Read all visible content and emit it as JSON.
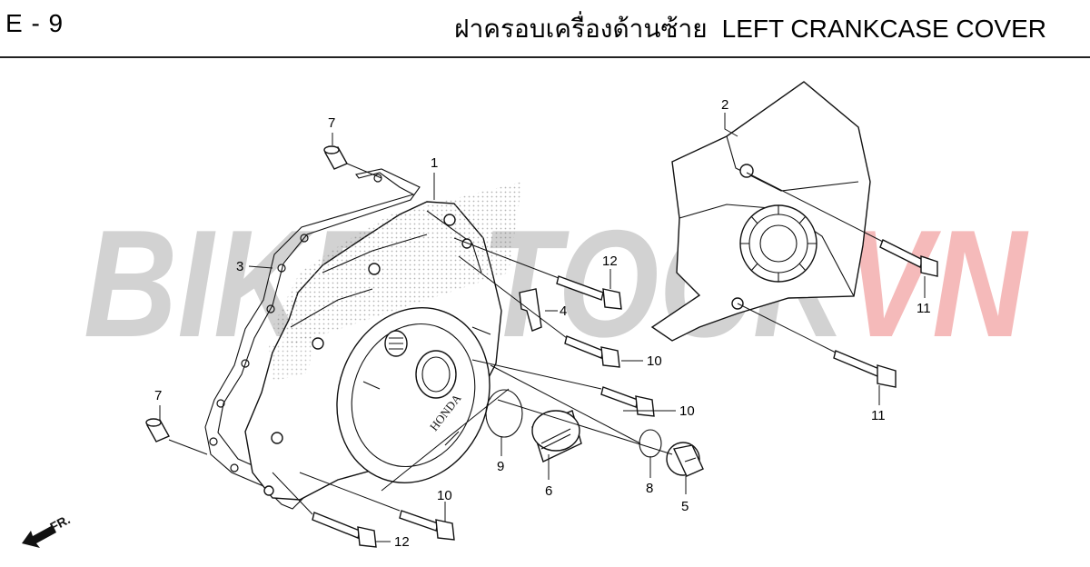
{
  "header": {
    "code": "E - 9",
    "title_thai": "ฝาครอบเครื่องด้านซ้าย",
    "title_en": "LEFT CRANKCASE COVER"
  },
  "watermark": {
    "text_grey": "BIKESTOCK",
    "text_red": "VN",
    "color_grey": "#bdbdbd",
    "color_red": "#f0a0a0"
  },
  "diagram": {
    "callouts": [
      "1",
      "2",
      "3",
      "4",
      "5",
      "6",
      "7",
      "7",
      "8",
      "9",
      "10",
      "10",
      "10",
      "11",
      "11",
      "12",
      "12"
    ],
    "cover_brand": "HONDA",
    "front_indicator": "FR."
  }
}
